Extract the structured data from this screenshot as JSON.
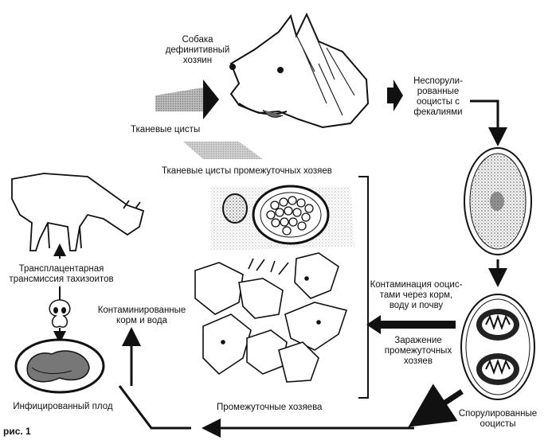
{
  "labels": {
    "definitive_host_line1": "Собака",
    "definitive_host_line2": "дефинитивный",
    "definitive_host_line3": "хозяин",
    "unsporulated_line1": "Неспорули-",
    "unsporulated_line2": "рованные",
    "unsporulated_line3": "ооцисты с",
    "unsporulated_line4": "фекалиями",
    "tissue_cysts": "Тканевые цисты",
    "tissue_cysts_intermediate": "Тканевые цисты промежуточных хозяев",
    "transplacental_line1": "Трансплацентарная",
    "transplacental_line2": "трансмиссия тахизоитов",
    "contaminated_food_line1": "Контаминированные",
    "contaminated_food_line2": "корм и вода",
    "contamination_line1": "Контаминация ооцис-",
    "contamination_line2": "тами через корм,",
    "contamination_line3": "воду и почву",
    "infection_line1": "Заражение",
    "infection_line2": "промежуточных",
    "infection_line3": "хозяев",
    "infected_fetus": "Инфицированный плод",
    "intermediate_hosts": "Промежуточные хозяева",
    "sporulated_line1": "Спорулированные",
    "sporulated_line2": "ооцисты",
    "figure_label": "рис. 1"
  },
  "icons": [
    "dog-head-icon",
    "cow-icon",
    "oocyst-unsporulated-icon",
    "oocyst-sporulated-icon",
    "placenta-icon",
    "fetus-icon",
    "cyst-tissue-icon",
    "intermediate-hosts-icon"
  ]
}
